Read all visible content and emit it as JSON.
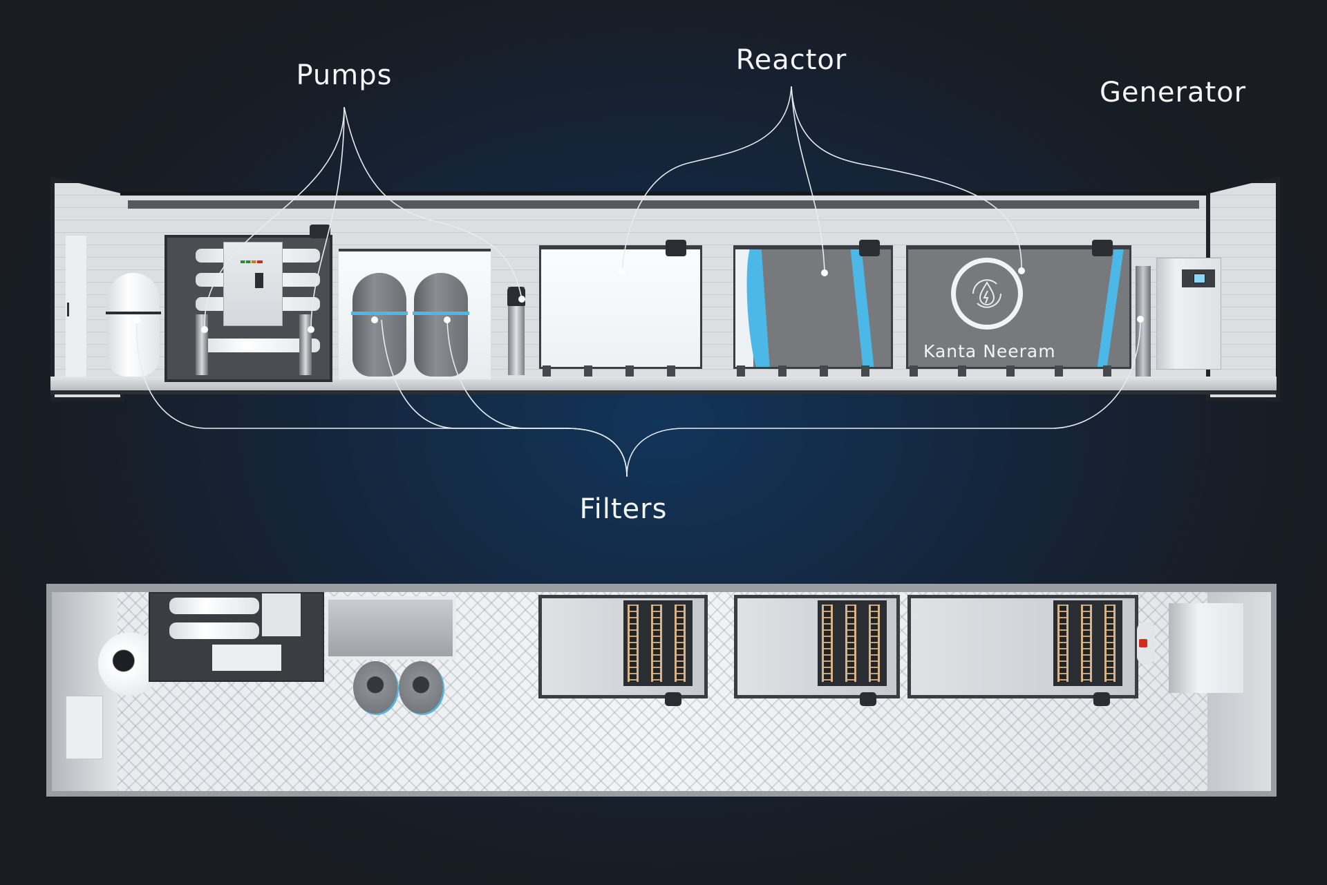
{
  "labels": {
    "pumps": "Pumps",
    "reactor": "Reactor",
    "generator": "Generator",
    "filters": "Filters"
  },
  "branding": {
    "reactor_brand": "Kanta Neeram",
    "logo_icon": "water-drop-lightning-cycle-icon"
  },
  "views": {
    "side": "side-cutaway-view",
    "top": "top-down-view"
  },
  "colors": {
    "accent_blue": "#4bb8e8",
    "label_text": "#f4f6f8",
    "leader_line": "#e8ecf0",
    "background_dark": "#191c22",
    "background_glow": "#12355a"
  }
}
